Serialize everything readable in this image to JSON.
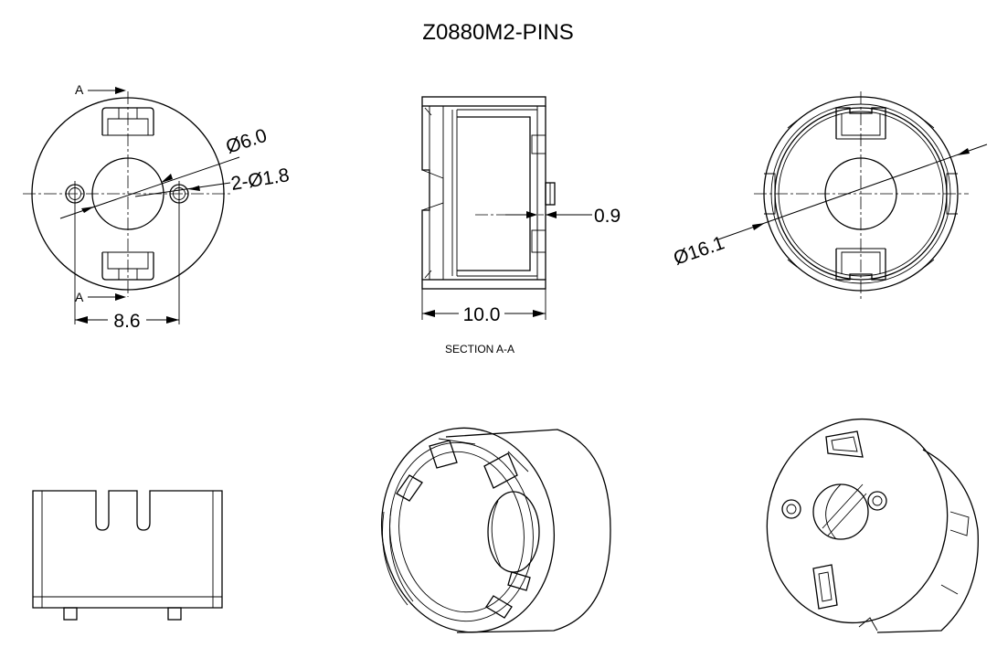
{
  "title": "Z0880M2-PINS",
  "front_view": {
    "section_mark_top": "A",
    "section_mark_bottom": "A",
    "dim_center_bore": "Ø6.0",
    "dim_pin_holes": "2-Ø1.8",
    "dim_pin_spacing": "8.6"
  },
  "section_view": {
    "dim_wall": "0.9",
    "dim_length": "10.0",
    "caption": "SECTION A-A"
  },
  "rear_view": {
    "dim_outer_diameter": "Ø16.1"
  }
}
